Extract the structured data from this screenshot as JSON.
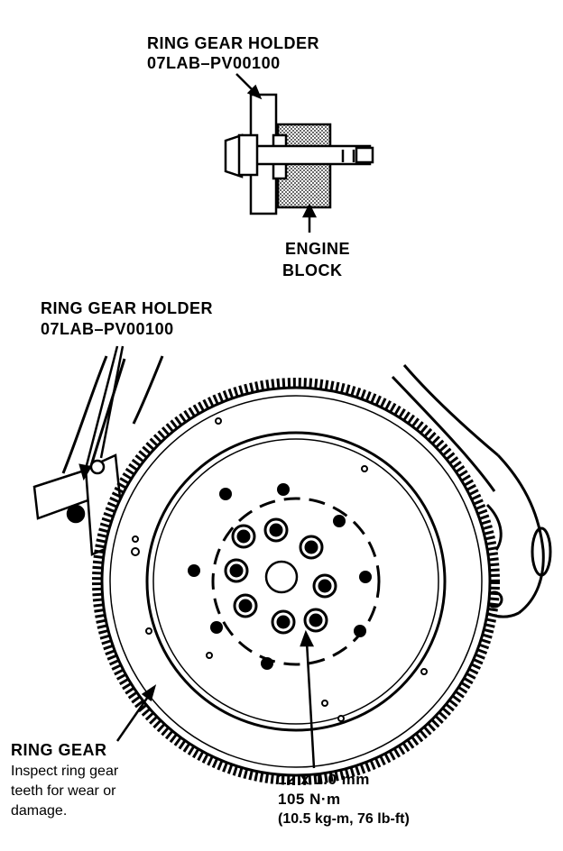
{
  "labels": {
    "top_holder": {
      "name": "RING GEAR HOLDER",
      "part": "07LAB–PV00100"
    },
    "engine_block": {
      "line1": "ENGINE",
      "line2": "BLOCK"
    },
    "side_holder": {
      "name": "RING GEAR HOLDER",
      "part": "07LAB–PV00100"
    },
    "ring_gear": {
      "title": "RING GEAR",
      "note1": "Inspect ring gear",
      "note2": "teeth for wear or",
      "note3": "damage."
    },
    "bolt_spec": {
      "size": "12 x 1.0 mm",
      "torque": "105 N·m",
      "torque_alt": "(10.5 kg-m, 76 lb-ft)"
    }
  },
  "colors": {
    "ink": "#000000",
    "paper": "#ffffff",
    "shade": "#777777"
  }
}
